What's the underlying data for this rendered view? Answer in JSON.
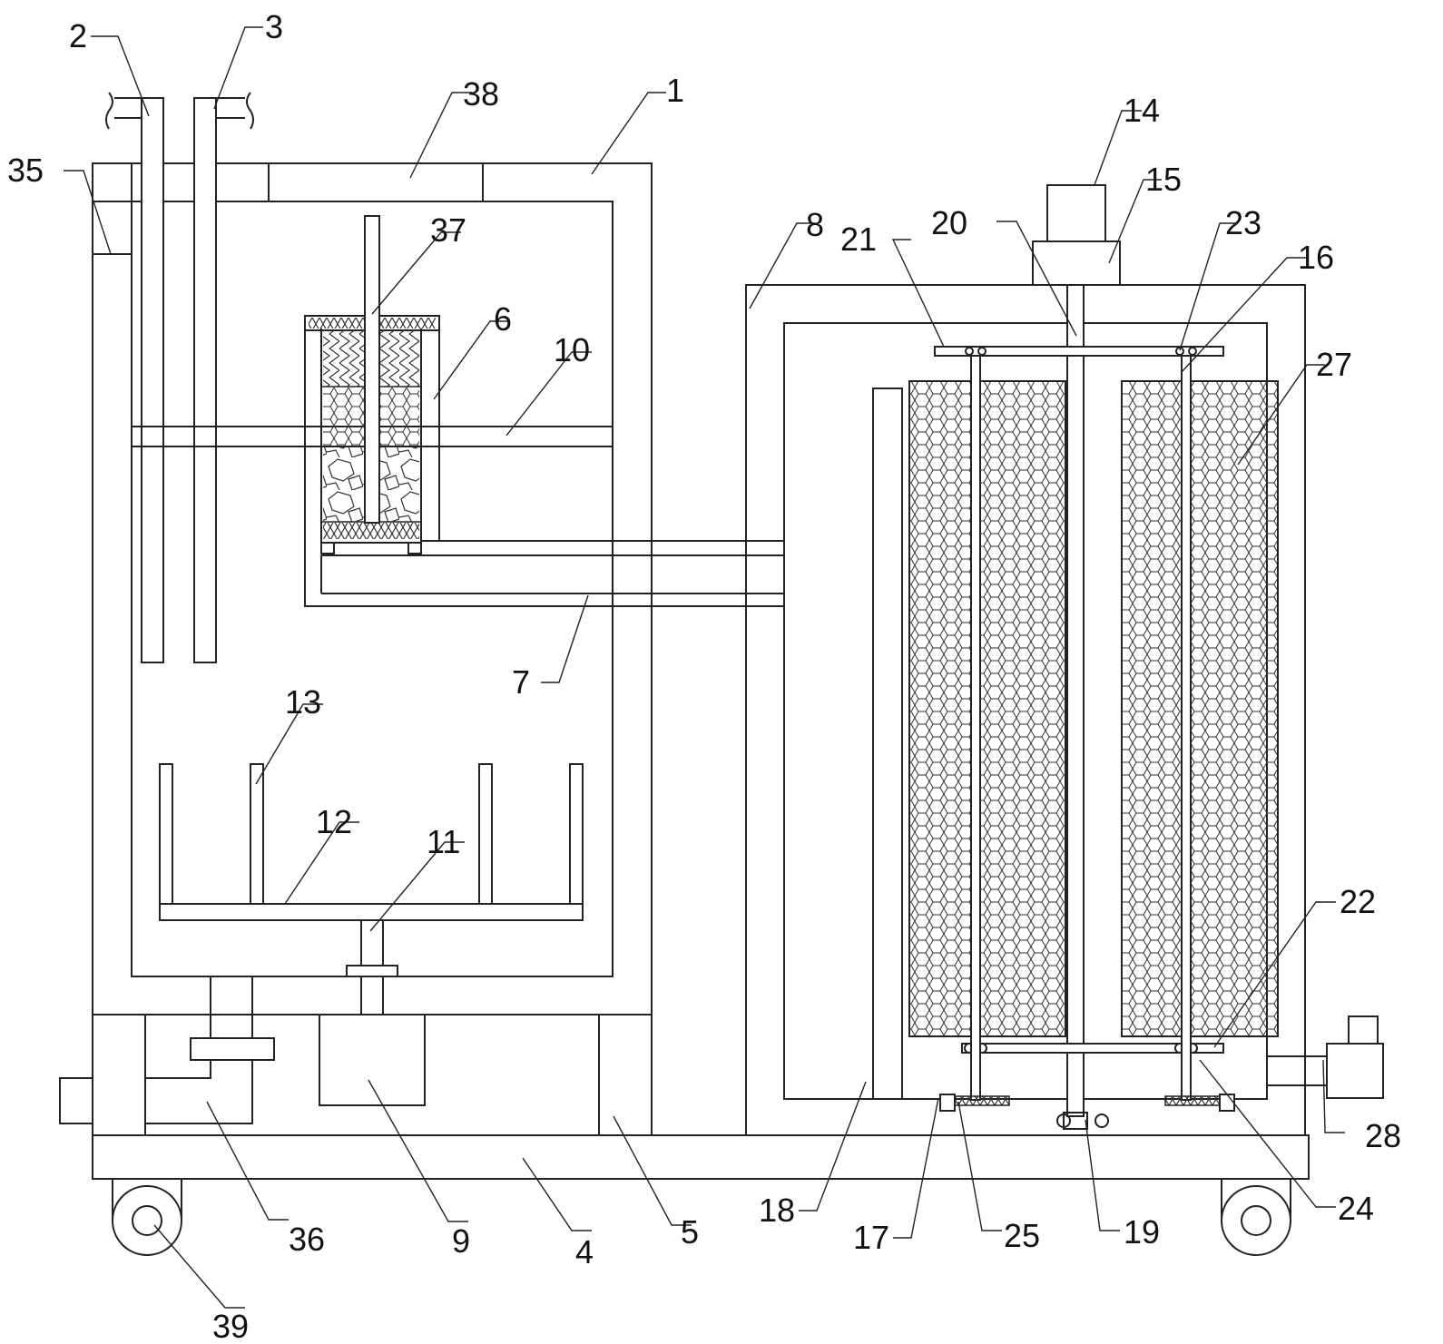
{
  "figure": {
    "type": "patent mechanical drawing",
    "line_color": "#222222",
    "background": "#ffffff"
  },
  "labels": {
    "l1": "1",
    "l2": "2",
    "l3": "3",
    "l4": "4",
    "l5": "5",
    "l6": "6",
    "l7": "7",
    "l8": "8",
    "l9": "9",
    "l10": "10",
    "l11": "11",
    "l12": "12",
    "l13": "13",
    "l14": "14",
    "l15": "15",
    "l16": "16",
    "l17": "17",
    "l18": "18",
    "l19": "19",
    "l20": "20",
    "l21": "21",
    "l22": "22",
    "l23": "23",
    "l24": "24",
    "l25": "25",
    "l27": "27",
    "l28": "28",
    "l35": "35",
    "l36": "36",
    "l37": "37",
    "l38": "38",
    "l39": "39"
  }
}
